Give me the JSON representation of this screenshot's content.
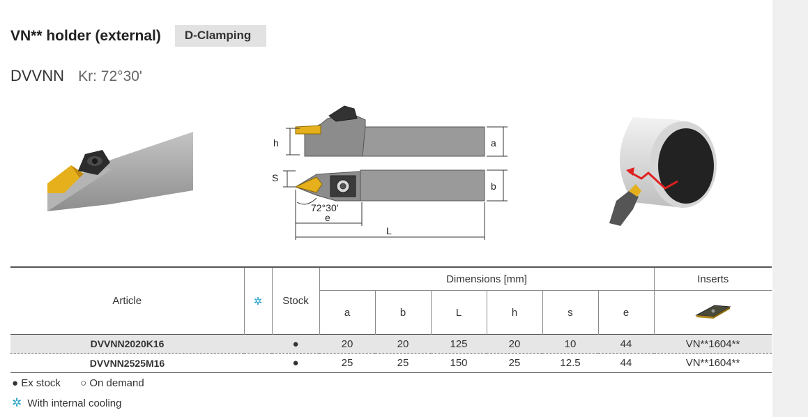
{
  "header": {
    "title": "VN** holder (external)",
    "badge": "D-Clamping",
    "model": "DVVNN",
    "kr": "Kr: 72°30'"
  },
  "drawing": {
    "labels": {
      "h": "h",
      "a": "a",
      "s": "S",
      "b": "b",
      "angle": "72°30′",
      "e": "e",
      "L": "L"
    }
  },
  "table": {
    "headers": {
      "article": "Article",
      "cooling_symbol": "✲",
      "stock": "Stock",
      "dimensions": "Dimensions [mm]",
      "inserts": "Inserts",
      "dims": [
        "a",
        "b",
        "L",
        "h",
        "s",
        "e"
      ]
    },
    "rows": [
      {
        "article": "DVVNN2020K16",
        "stock": "●",
        "a": "20",
        "b": "20",
        "L": "125",
        "h": "20",
        "s": "10",
        "e": "44",
        "insert": "VN**1604**"
      },
      {
        "article": "DVVNN2525M16",
        "stock": "●",
        "a": "25",
        "b": "25",
        "L": "150",
        "h": "25",
        "s": "12.5",
        "e": "44",
        "insert": "VN**1604**"
      }
    ]
  },
  "legend": {
    "ex_stock_symbol": "●",
    "ex_stock": "Ex stock",
    "on_demand_symbol": "○",
    "on_demand": "On demand",
    "cooling_symbol": "✲",
    "cooling": "With internal cooling"
  },
  "colors": {
    "accent": "#2aa3c8",
    "insert_gold": "#e5b01c",
    "holder_gray": "#9a9a9a"
  }
}
